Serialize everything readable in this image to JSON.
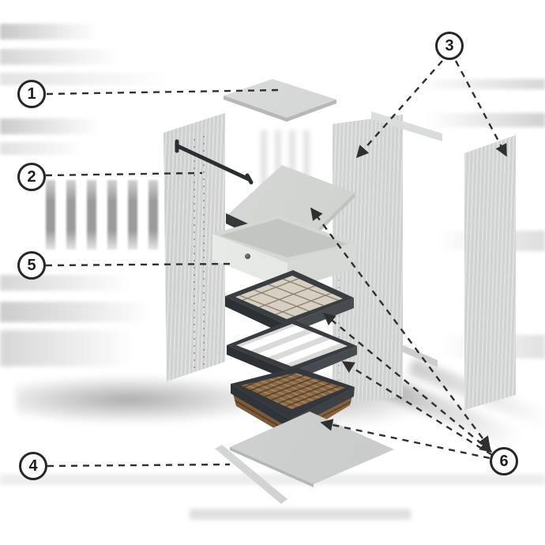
{
  "callouts": [
    {
      "number": "1"
    },
    {
      "number": "2"
    },
    {
      "number": "3"
    },
    {
      "number": "4"
    },
    {
      "number": "5"
    },
    {
      "number": "6"
    }
  ],
  "parts": [
    {
      "name": "top-panel"
    },
    {
      "name": "hanging-rod"
    },
    {
      "name": "left-side-panel"
    },
    {
      "name": "middle-panel"
    },
    {
      "name": "right-side-panel"
    },
    {
      "name": "back-rail-top"
    },
    {
      "name": "back-rail-bottom"
    },
    {
      "name": "tilted-shelf"
    },
    {
      "name": "drawer"
    },
    {
      "name": "jewelry-tray"
    },
    {
      "name": "pants-rack"
    },
    {
      "name": "wicker-basket"
    },
    {
      "name": "bottom-panel"
    },
    {
      "name": "toe-kick"
    }
  ],
  "colors": {
    "background": "#ffffff",
    "panel": "#d2d4d3",
    "dark_frame": "#34373a",
    "basket": "#8a6845",
    "tray_interior": "#d8d2c6",
    "leader_line": "#2f2f2f",
    "badge_border": "#262626",
    "badge_background": "#ffffff",
    "badge_text": "#1d1d1d"
  }
}
